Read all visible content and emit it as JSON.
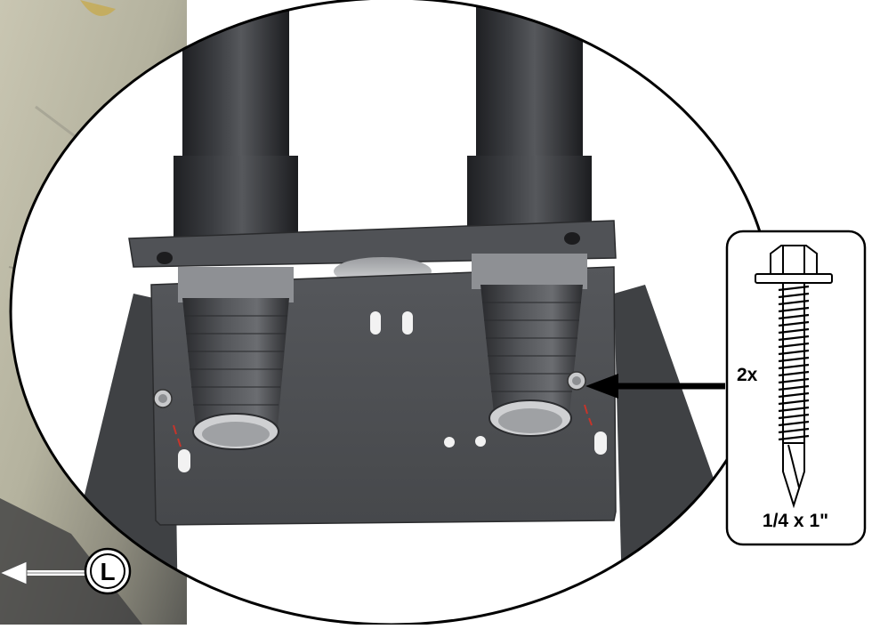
{
  "illustration": {
    "callout": {
      "quantity_label": "2x",
      "fastener_size_label": "1/4 x 1\""
    },
    "reference_marker": {
      "letter": "L"
    },
    "colors": {
      "outline": "#000000",
      "bracket": "#4d4f52",
      "bracket_dark": "#35373a",
      "pipe_dark": "#2b2d30",
      "pipe_mid": "#4a4c50",
      "photo_bg": "#b9b6a4",
      "red_mark": "#c8342a",
      "background": "#ffffff"
    }
  }
}
